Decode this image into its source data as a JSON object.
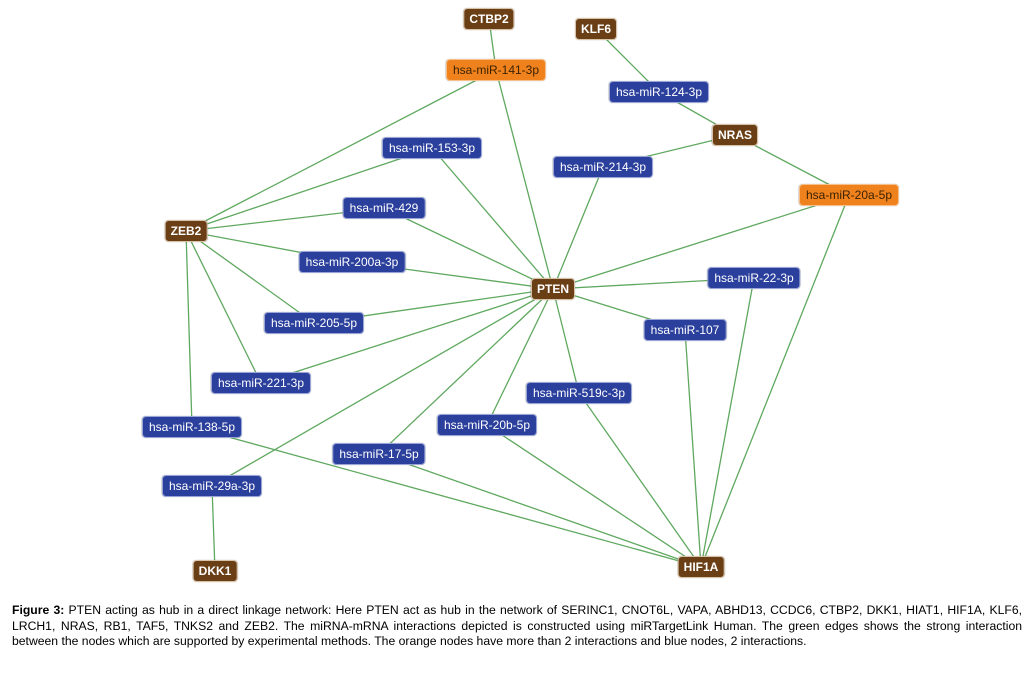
{
  "figure": {
    "caption_label": "Figure 3:",
    "caption_text": " PTEN acting as hub in a direct linkage network: Here PTEN act as hub in the network of SERINC1, CNOT6L, VAPA, ABHD13, CCDC6, CTBP2, DKK1, HIAT1, HIF1A, KLF6, LRCH1, NRAS, RB1, TAF5, TNKS2 and ZEB2. The miRNA-mRNA interactions depicted is constructed using miRTargetLink Human. The green edges shows the strong interaction between the nodes which are supported by experimental methods. The orange nodes have more than 2 interactions and blue nodes, 2 interactions."
  },
  "colors": {
    "gene_node": "#6b3f16",
    "mirna_blue": "#2b3f9c",
    "mirna_orange": "#f0821e",
    "edge_green": "#5fa85f"
  },
  "network": {
    "nodes": [
      {
        "id": "CTBP2",
        "label": "CTBP2",
        "type": "gene"
      },
      {
        "id": "KLF6",
        "label": "KLF6",
        "type": "gene"
      },
      {
        "id": "miR-141-3p",
        "label": "hsa-miR-141-3p",
        "type": "mirna-orange"
      },
      {
        "id": "miR-124-3p",
        "label": "hsa-miR-124-3p",
        "type": "mirna-blue"
      },
      {
        "id": "NRAS",
        "label": "NRAS",
        "type": "gene"
      },
      {
        "id": "miR-153-3p",
        "label": "hsa-miR-153-3p",
        "type": "mirna-blue"
      },
      {
        "id": "miR-214-3p",
        "label": "hsa-miR-214-3p",
        "type": "mirna-blue"
      },
      {
        "id": "miR-20a-5p",
        "label": "hsa-miR-20a-5p",
        "type": "mirna-orange"
      },
      {
        "id": "miR-429",
        "label": "hsa-miR-429",
        "type": "mirna-blue"
      },
      {
        "id": "ZEB2",
        "label": "ZEB2",
        "type": "gene"
      },
      {
        "id": "miR-200a-3p",
        "label": "hsa-miR-200a-3p",
        "type": "mirna-blue"
      },
      {
        "id": "PTEN",
        "label": "PTEN",
        "type": "gene"
      },
      {
        "id": "miR-22-3p",
        "label": "hsa-miR-22-3p",
        "type": "mirna-blue"
      },
      {
        "id": "miR-205-5p",
        "label": "hsa-miR-205-5p",
        "type": "mirna-blue"
      },
      {
        "id": "miR-107",
        "label": "hsa-miR-107",
        "type": "mirna-blue"
      },
      {
        "id": "miR-221-3p",
        "label": "hsa-miR-221-3p",
        "type": "mirna-blue"
      },
      {
        "id": "miR-519c-3p",
        "label": "hsa-miR-519c-3p",
        "type": "mirna-blue"
      },
      {
        "id": "miR-138-5p",
        "label": "hsa-miR-138-5p",
        "type": "mirna-blue"
      },
      {
        "id": "miR-20b-5p",
        "label": "hsa-miR-20b-5p",
        "type": "mirna-blue"
      },
      {
        "id": "miR-17-5p",
        "label": "hsa-miR-17-5p",
        "type": "mirna-blue"
      },
      {
        "id": "miR-29a-3p",
        "label": "hsa-miR-29a-3p",
        "type": "mirna-blue"
      },
      {
        "id": "DKK1",
        "label": "DKK1",
        "type": "gene"
      },
      {
        "id": "HIF1A",
        "label": "HIF1A",
        "type": "gene"
      }
    ],
    "edges": [
      [
        "CTBP2",
        "miR-141-3p"
      ],
      [
        "miR-141-3p",
        "ZEB2"
      ],
      [
        "miR-141-3p",
        "PTEN"
      ],
      [
        "KLF6",
        "miR-124-3p"
      ],
      [
        "miR-124-3p",
        "NRAS"
      ],
      [
        "NRAS",
        "miR-214-3p"
      ],
      [
        "NRAS",
        "miR-20a-5p"
      ],
      [
        "miR-214-3p",
        "PTEN"
      ],
      [
        "miR-20a-5p",
        "PTEN"
      ],
      [
        "miR-20a-5p",
        "HIF1A"
      ],
      [
        "miR-153-3p",
        "ZEB2"
      ],
      [
        "miR-153-3p",
        "PTEN"
      ],
      [
        "miR-429",
        "ZEB2"
      ],
      [
        "miR-429",
        "PTEN"
      ],
      [
        "miR-200a-3p",
        "ZEB2"
      ],
      [
        "miR-200a-3p",
        "PTEN"
      ],
      [
        "miR-205-5p",
        "ZEB2"
      ],
      [
        "miR-205-5p",
        "PTEN"
      ],
      [
        "miR-221-3p",
        "ZEB2"
      ],
      [
        "miR-221-3p",
        "PTEN"
      ],
      [
        "miR-138-5p",
        "ZEB2"
      ],
      [
        "miR-138-5p",
        "HIF1A"
      ],
      [
        "miR-22-3p",
        "PTEN"
      ],
      [
        "miR-22-3p",
        "HIF1A"
      ],
      [
        "miR-107",
        "PTEN"
      ],
      [
        "miR-107",
        "HIF1A"
      ],
      [
        "miR-519c-3p",
        "PTEN"
      ],
      [
        "miR-519c-3p",
        "HIF1A"
      ],
      [
        "miR-20b-5p",
        "PTEN"
      ],
      [
        "miR-20b-5p",
        "HIF1A"
      ],
      [
        "miR-17-5p",
        "PTEN"
      ],
      [
        "miR-17-5p",
        "HIF1A"
      ],
      [
        "miR-29a-3p",
        "PTEN"
      ],
      [
        "miR-29a-3p",
        "DKK1"
      ]
    ]
  }
}
